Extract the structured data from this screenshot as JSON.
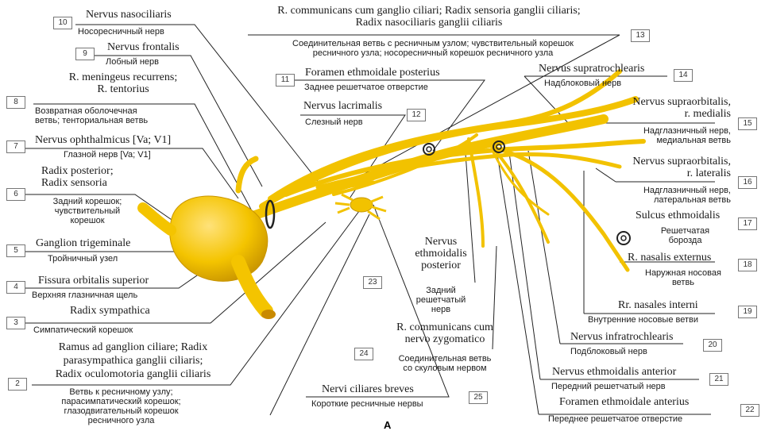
{
  "labels": [
    {
      "num": "10",
      "latin": "Nervus nasociliaris",
      "russian": "Носоресничный нерв"
    },
    {
      "num": "9",
      "latin": "Nervus frontalis",
      "russian": "Лобный нерв"
    },
    {
      "num": "8",
      "latin": "R. meningeus recurrens;\nR. tentorius",
      "russian": "Возвратная оболочечная\nветвь; тенториальная ветвь"
    },
    {
      "num": "7",
      "latin": "Nervus ophthalmicus [Va; V1]",
      "russian": "Глазной нерв [Va; V1]"
    },
    {
      "num": "6",
      "latin": "Radix posterior;\nRadix sensoria",
      "russian": "Задний корешок;\nчувствительный\nкорешок"
    },
    {
      "num": "5",
      "latin": "Ganglion trigeminale",
      "russian": "Тройничный узел"
    },
    {
      "num": "4",
      "latin": "Fissura orbitalis superior",
      "russian": "Верхняя глазничная щель"
    },
    {
      "num": "3",
      "latin": "Radix sympathica",
      "russian": "Симпатический корешок"
    },
    {
      "num": "2",
      "latin": "Ramus ad ganglion ciliare; Radix\nparasympathica ganglii ciliaris;\nRadix oculomotoria ganglii ciliaris",
      "russian": "Ветвь к ресничному узлу;\nпарасимпатический корешок;\nглазодвигательный корешок\nресничного узла"
    },
    {
      "num": "13",
      "latin": "R. communicans cum ganglio ciliari; Radix sensoria ganglii ciliaris;\nRadix nasociliaris ganglii ciliaris",
      "russian": "Соединительная ветвь с ресничным узлом; чувствительный корешок\nресничного узла; носоресничный корешок ресничного узла"
    },
    {
      "num": "11",
      "latin": "Foramen ethmoidale posterius",
      "russian": "Заднее решетчатое отверстие"
    },
    {
      "num": "12",
      "latin": "Nervus lacrimalis",
      "russian": "Слезный нерв"
    },
    {
      "num": "14",
      "latin": "Nervus supratrochlearis",
      "russian": "Надблоковый нерв"
    },
    {
      "num": "15",
      "latin": "Nervus supraorbitalis,\nr. medialis",
      "russian": "Надглазничный нерв,\nмедиальная ветвь"
    },
    {
      "num": "16",
      "latin": "Nervus supraorbitalis,\nr. lateralis",
      "russian": "Надглазничный нерв,\nлатеральная ветвь"
    },
    {
      "num": "17",
      "latin": "Sulcus ethmoidalis",
      "russian": "Решетчатая\nборозда"
    },
    {
      "num": "18",
      "latin": "R. nasalis externus",
      "russian": "Наружная носовая\nветвь"
    },
    {
      "num": "19",
      "latin": "Rr. nasales interni",
      "russian": "Внутренние носовые ветви"
    },
    {
      "num": "20",
      "latin": "Nervus infratrochlearis",
      "russian": "Подблоковый нерв"
    },
    {
      "num": "21",
      "latin": "Nervus ethmoidalis anterior",
      "russian": "Передний решетчатый нерв"
    },
    {
      "num": "22",
      "latin": "Foramen ethmoidale anterius",
      "russian": "Переднее решетчатое отверстие"
    },
    {
      "num": "23",
      "latin": "Nervus\nethmoidalis\nposterior",
      "russian": "Задний\nрешетчатый\nнерв"
    },
    {
      "num": "24",
      "latin": "R. communicans cum\nnervo zygomatico",
      "russian": "Соединительная ветвь\nсо скуловым нервом"
    },
    {
      "num": "25",
      "latin": "Nervi ciliares breves",
      "russian": "Короткие ресничные нервы"
    }
  ],
  "figure_letter": "A",
  "colors": {
    "nerve": "#f2c200",
    "nerve_dark": "#c99a00",
    "ganglion": "#f4c400",
    "leader": "#222222"
  }
}
